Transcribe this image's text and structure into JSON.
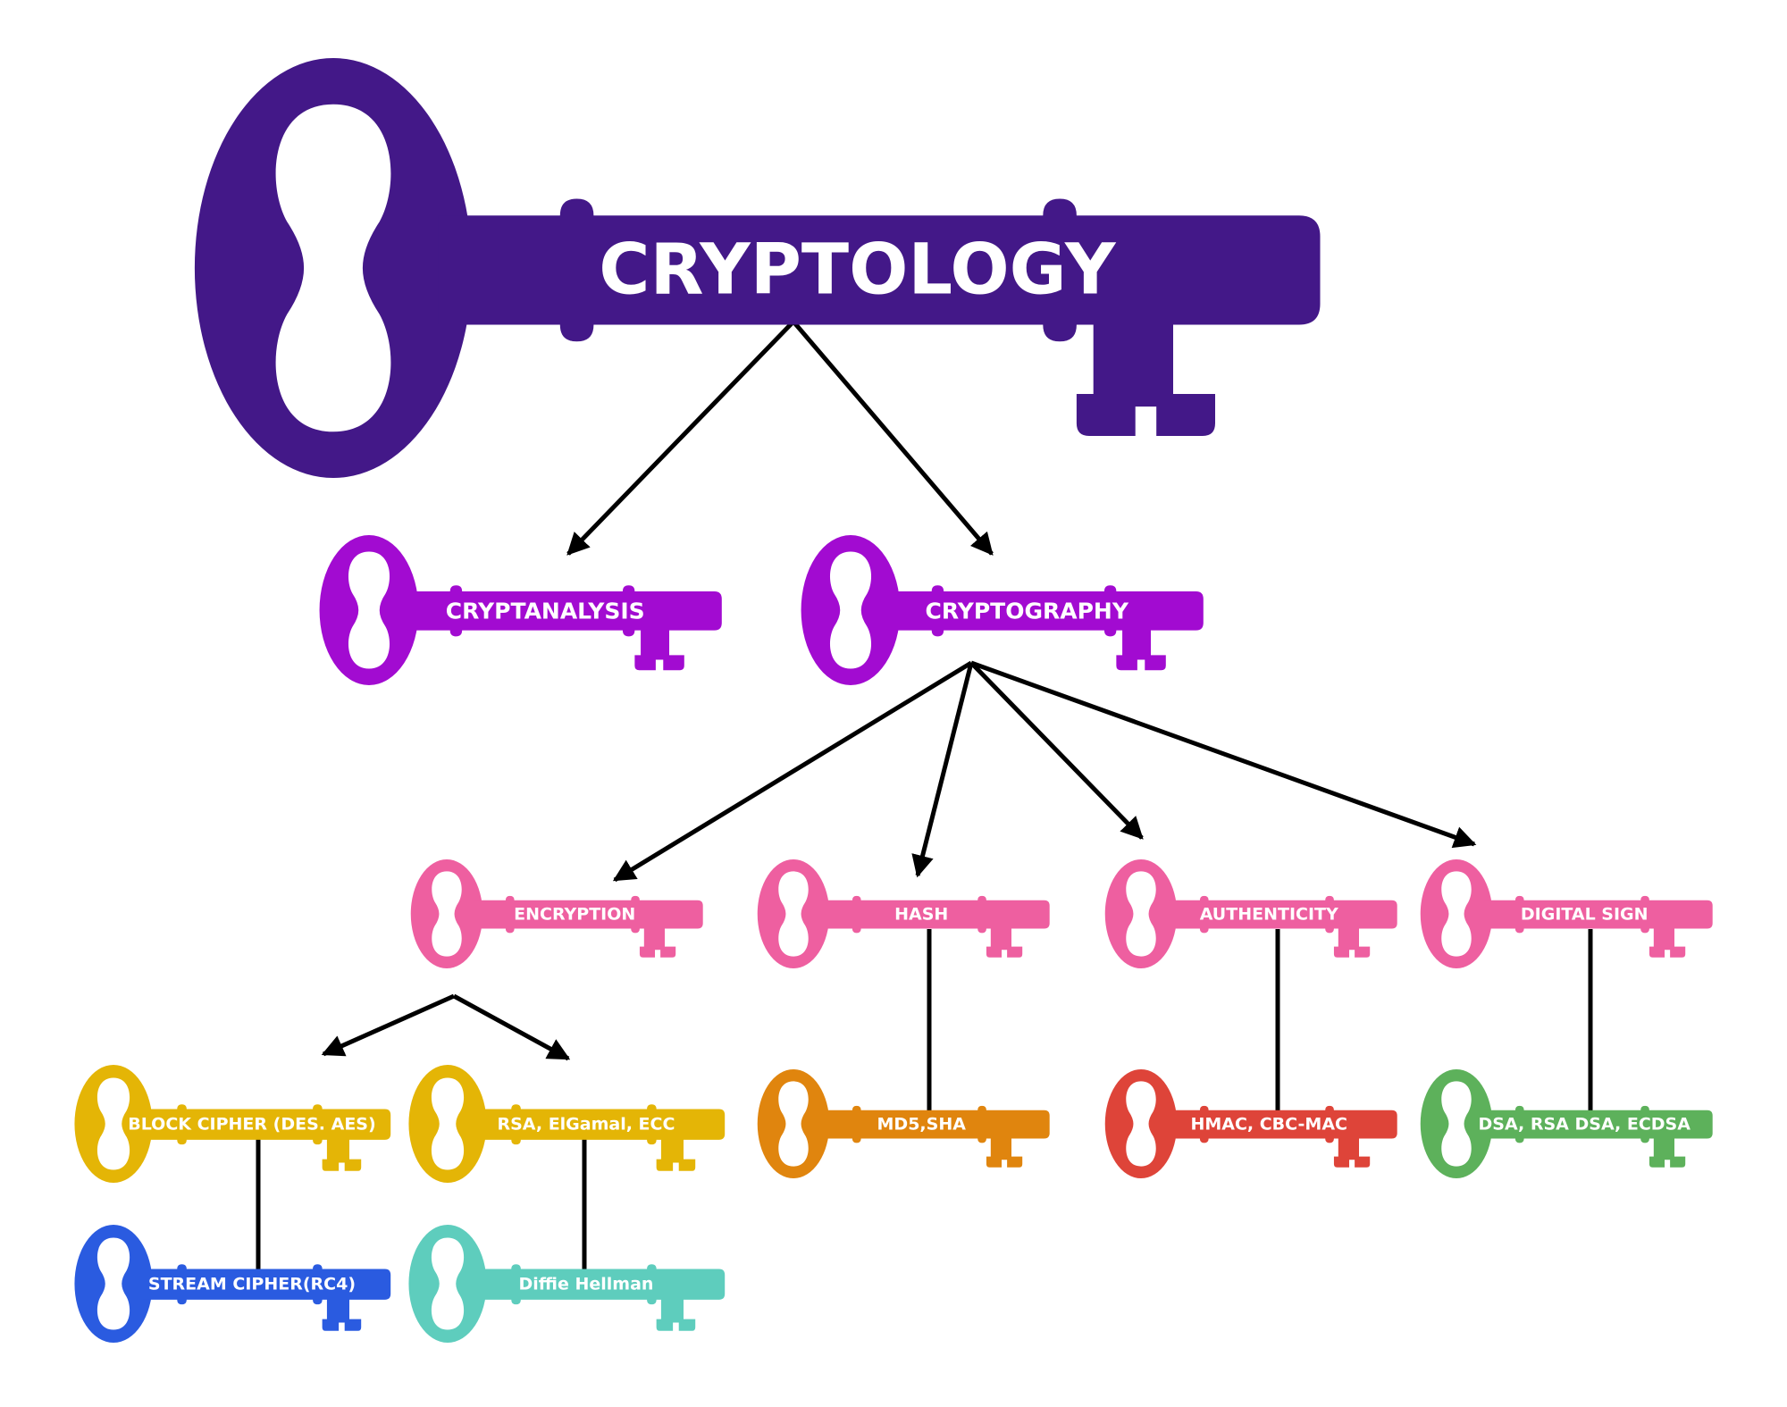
{
  "diagram": {
    "nodes": [
      {
        "id": "cryptology",
        "label": "CRYPTOLOGY",
        "color": "#431888"
      },
      {
        "id": "cryptanalysis",
        "label": "CRYPTANALYSIS",
        "color": "#A20BD1"
      },
      {
        "id": "cryptography",
        "label": "CRYPTOGRAPHY",
        "color": "#A20BD1"
      },
      {
        "id": "encryption",
        "label": "ENCRYPTION",
        "color": "#EE5FA0"
      },
      {
        "id": "hash",
        "label": "HASH",
        "color": "#EE5FA0"
      },
      {
        "id": "authenticity",
        "label": "AUTHENTICITY",
        "color": "#EE5FA0"
      },
      {
        "id": "digital-sign",
        "label": "DIGITAL SIGN",
        "color": "#EE5FA0"
      },
      {
        "id": "block-cipher",
        "label": "BLOCK CIPHER (DES. AES)",
        "color": "#E4B506"
      },
      {
        "id": "rsa",
        "label": "RSA, ElGamal, ECC",
        "color": "#E4B506"
      },
      {
        "id": "md5-sha",
        "label": "MD5,SHA",
        "color": "#E0850E"
      },
      {
        "id": "hmac",
        "label": "HMAC, CBC-MAC",
        "color": "#DE4439"
      },
      {
        "id": "dsa",
        "label": "DSA, RSA DSA, ECDSA",
        "color": "#5DB15B"
      },
      {
        "id": "stream-cipher",
        "label": "STREAM CIPHER(RC4)",
        "color": "#2A5BE0"
      },
      {
        "id": "diffie-hellman",
        "label": "Diffie Hellman",
        "color": "#5ECDBD"
      }
    ],
    "edges": [
      {
        "from": "cryptology",
        "to": "cryptanalysis",
        "arrow": true
      },
      {
        "from": "cryptology",
        "to": "cryptography",
        "arrow": true
      },
      {
        "from": "cryptography",
        "to": "encryption",
        "arrow": true
      },
      {
        "from": "cryptography",
        "to": "hash",
        "arrow": true
      },
      {
        "from": "cryptography",
        "to": "authenticity",
        "arrow": true
      },
      {
        "from": "cryptography",
        "to": "digital-sign",
        "arrow": true
      },
      {
        "from": "encryption",
        "to": "block-cipher",
        "arrow": true
      },
      {
        "from": "encryption",
        "to": "rsa",
        "arrow": true
      },
      {
        "from": "hash",
        "to": "md5-sha",
        "arrow": false
      },
      {
        "from": "authenticity",
        "to": "hmac",
        "arrow": false
      },
      {
        "from": "digital-sign",
        "to": "dsa",
        "arrow": false
      },
      {
        "from": "block-cipher",
        "to": "stream-cipher",
        "arrow": false
      },
      {
        "from": "rsa",
        "to": "diffie-hellman",
        "arrow": false
      }
    ]
  }
}
